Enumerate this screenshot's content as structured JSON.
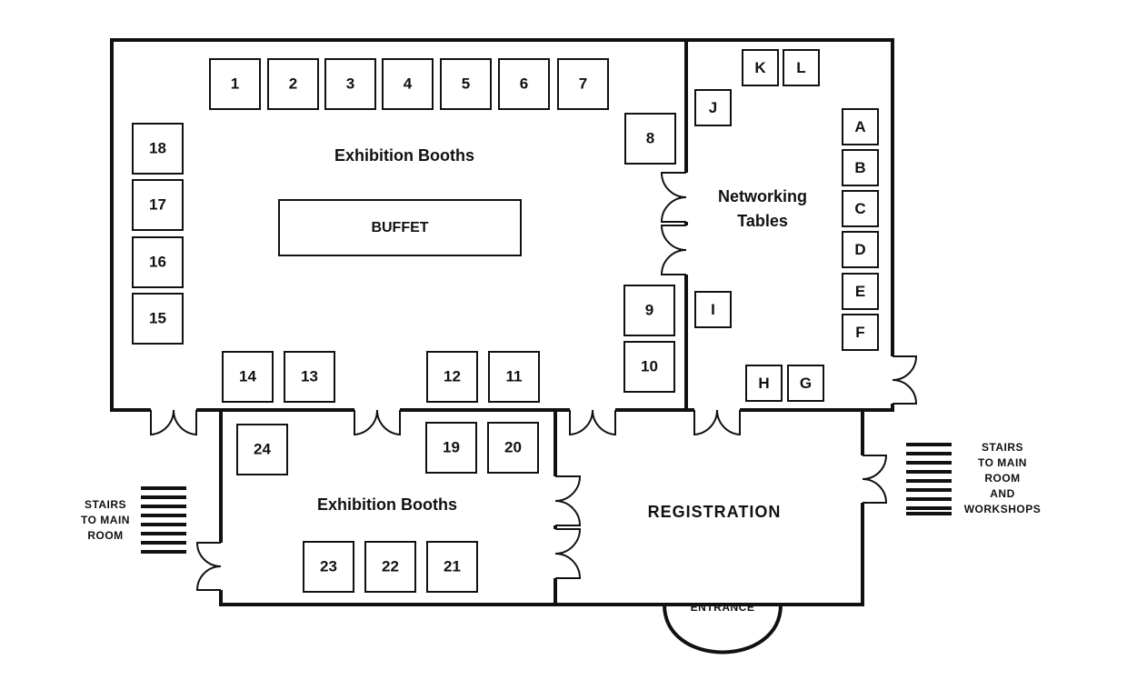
{
  "rooms": {
    "main_hall_label": "Exhibition Booths",
    "buffet_label": "BUFFET",
    "networking_label_line1": "Networking",
    "networking_label_line2": "Tables",
    "lower_hall_label": "Exhibition Booths",
    "registration_label": "REGISTRATION",
    "entrance_label": "ENTRANCE"
  },
  "stairs_left": {
    "line1": "STAIRS",
    "line2": "TO MAIN",
    "line3": "ROOM"
  },
  "stairs_right": {
    "line1": "STAIRS",
    "line2": "TO MAIN",
    "line3": "ROOM",
    "line4": "AND",
    "line5": "WORKSHOPS"
  },
  "booths": {
    "b1": "1",
    "b2": "2",
    "b3": "3",
    "b4": "4",
    "b5": "5",
    "b6": "6",
    "b7": "7",
    "b8": "8",
    "b9": "9",
    "b10": "10",
    "b11": "11",
    "b12": "12",
    "b13": "13",
    "b14": "14",
    "b15": "15",
    "b16": "16",
    "b17": "17",
    "b18": "18",
    "b19": "19",
    "b20": "20",
    "b21": "21",
    "b22": "22",
    "b23": "23",
    "b24": "24"
  },
  "tables": {
    "A": "A",
    "B": "B",
    "C": "C",
    "D": "D",
    "E": "E",
    "F": "F",
    "G": "G",
    "H": "H",
    "I": "I",
    "J": "J",
    "K": "K",
    "L": "L"
  }
}
